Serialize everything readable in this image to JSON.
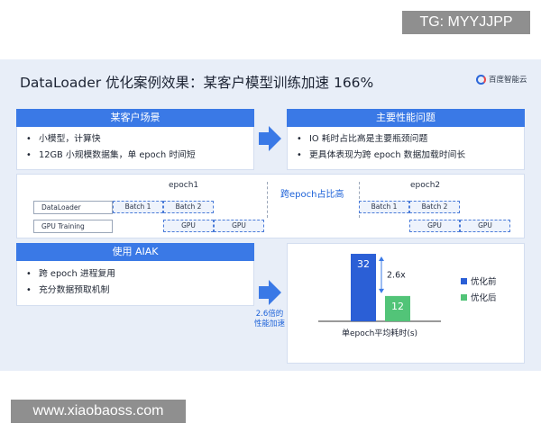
{
  "watermarks": {
    "top": "TG: MYYJJPP",
    "bottom": "www.xiaobaoss.com"
  },
  "slide": {
    "title": "DataLoader 优化案例效果：某客户模型训练加速 166%",
    "logo": "百度智能云"
  },
  "scenario": {
    "header": "某客户场景",
    "bullets": [
      "小模型，计算快",
      "12GB 小规模数据集，单 epoch 时间短"
    ]
  },
  "problem": {
    "header": "主要性能问题",
    "bullets": [
      "IO 耗时占比高是主要瓶颈问题",
      "更具体表现为跨 epoch 数据加载时间长"
    ]
  },
  "timeline": {
    "row_dataloader": "DataLoader",
    "row_gpu": "GPU Training",
    "epoch1": "epoch1",
    "epoch2": "epoch2",
    "cross_ratio": "跨epoch占比高",
    "batch1": "Batch 1",
    "batch2": "Batch 2",
    "gpu": "GPU"
  },
  "solution": {
    "header": "使用 AIAK",
    "bullets": [
      "跨 epoch 进程复用",
      "充分数据预取机制"
    ],
    "speedup_line1": "2.6倍的",
    "speedup_line2": "性能加速"
  },
  "colors": {
    "accent": "#3a79e6",
    "before": "#2b5fd6",
    "after": "#52c478"
  },
  "chart_data": {
    "type": "bar",
    "categories": [
      "优化前",
      "优化后"
    ],
    "values": [
      32,
      12
    ],
    "ratio_label": "2.6x",
    "xlabel": "单epoch平均耗时(s)",
    "legend": [
      "优化前",
      "优化后"
    ],
    "legend_position": "right",
    "ylim": [
      0,
      35
    ]
  }
}
